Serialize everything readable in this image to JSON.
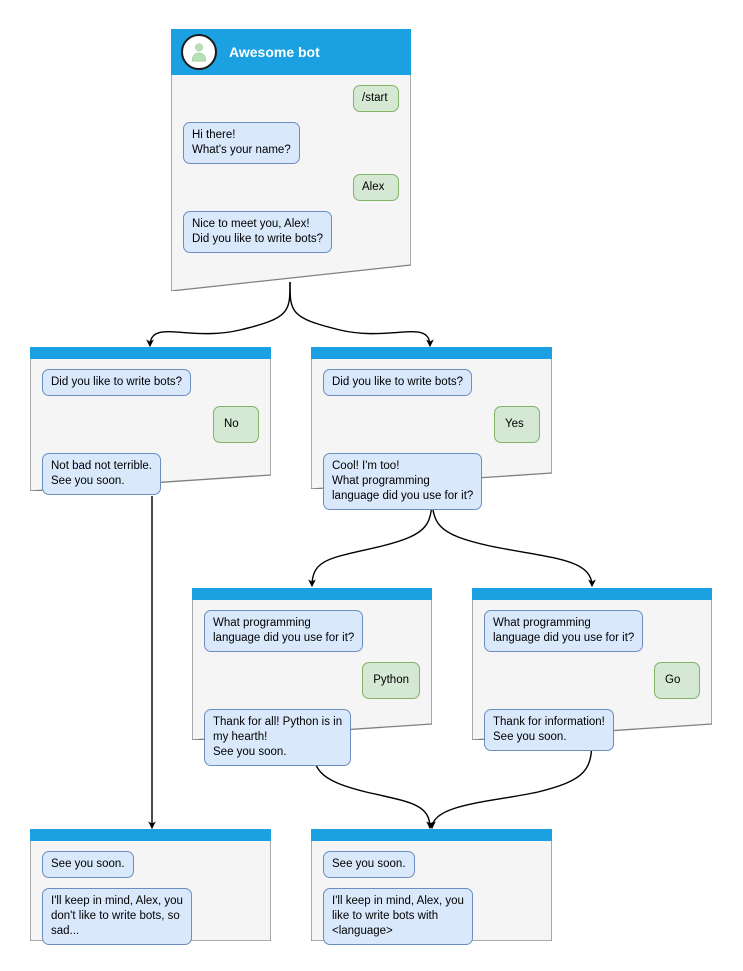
{
  "diagram": {
    "title": "Awesome bot conversation flow",
    "colors": {
      "header": "#1ba1e2",
      "card_fill": "#f5f5f5",
      "card_stroke": "#808080",
      "bot_bubble_fill": "#dae8fc",
      "bot_bubble_stroke": "#6c8ebf",
      "user_bubble_fill": "#d5e8d4",
      "user_bubble_stroke": "#82b366",
      "edge_stroke": "#000000",
      "avatar_person": "#b9dfb4"
    }
  },
  "cards": [
    {
      "id": "root",
      "has_title": true,
      "title": "Awesome bot",
      "avatar_icon": "person-avatar-icon",
      "messages": [
        {
          "side": "user",
          "text": "/start"
        },
        {
          "side": "bot",
          "text": "Hi there!\nWhat's your name?"
        },
        {
          "side": "user",
          "text": "Alex"
        },
        {
          "side": "bot",
          "text": "Nice to meet you, Alex!\nDid you like to write bots?"
        }
      ]
    },
    {
      "id": "no-branch",
      "has_title": false,
      "title": "",
      "messages": [
        {
          "side": "bot",
          "text": "Did you like to write bots?"
        },
        {
          "side": "user",
          "text": "No"
        },
        {
          "side": "bot",
          "text": "Not bad not terrible.\nSee you soon."
        }
      ]
    },
    {
      "id": "yes-branch",
      "has_title": false,
      "title": "",
      "messages": [
        {
          "side": "bot",
          "text": "Did you like to write bots?"
        },
        {
          "side": "user",
          "text": "Yes"
        },
        {
          "side": "bot",
          "text": "Cool! I'm too!\nWhat programming\nlanguage did you use for it?"
        }
      ]
    },
    {
      "id": "python-branch",
      "has_title": false,
      "title": "",
      "messages": [
        {
          "side": "bot",
          "text": "What programming\nlanguage did you use for it?"
        },
        {
          "side": "user",
          "text": "Python"
        },
        {
          "side": "bot",
          "text": "Thank for all! Python is in\nmy hearth!\nSee you soon."
        }
      ]
    },
    {
      "id": "go-branch",
      "has_title": false,
      "title": "",
      "messages": [
        {
          "side": "bot",
          "text": "What programming\nlanguage did you use for it?"
        },
        {
          "side": "user",
          "text": "Go"
        },
        {
          "side": "bot",
          "text": "Thank for information!\nSee you soon."
        }
      ]
    },
    {
      "id": "end-no",
      "has_title": false,
      "title": "",
      "messages": [
        {
          "side": "bot",
          "text": "See you soon."
        },
        {
          "side": "bot",
          "text": "I'll keep in mind, Alex, you\ndon't like to write bots, so\nsad..."
        }
      ]
    },
    {
      "id": "end-yes",
      "has_title": false,
      "title": "",
      "messages": [
        {
          "side": "bot",
          "text": "See you soon."
        },
        {
          "side": "bot",
          "text": "I'll keep in mind, Alex, you\nlike to write bots with\n<language>"
        }
      ]
    }
  ]
}
